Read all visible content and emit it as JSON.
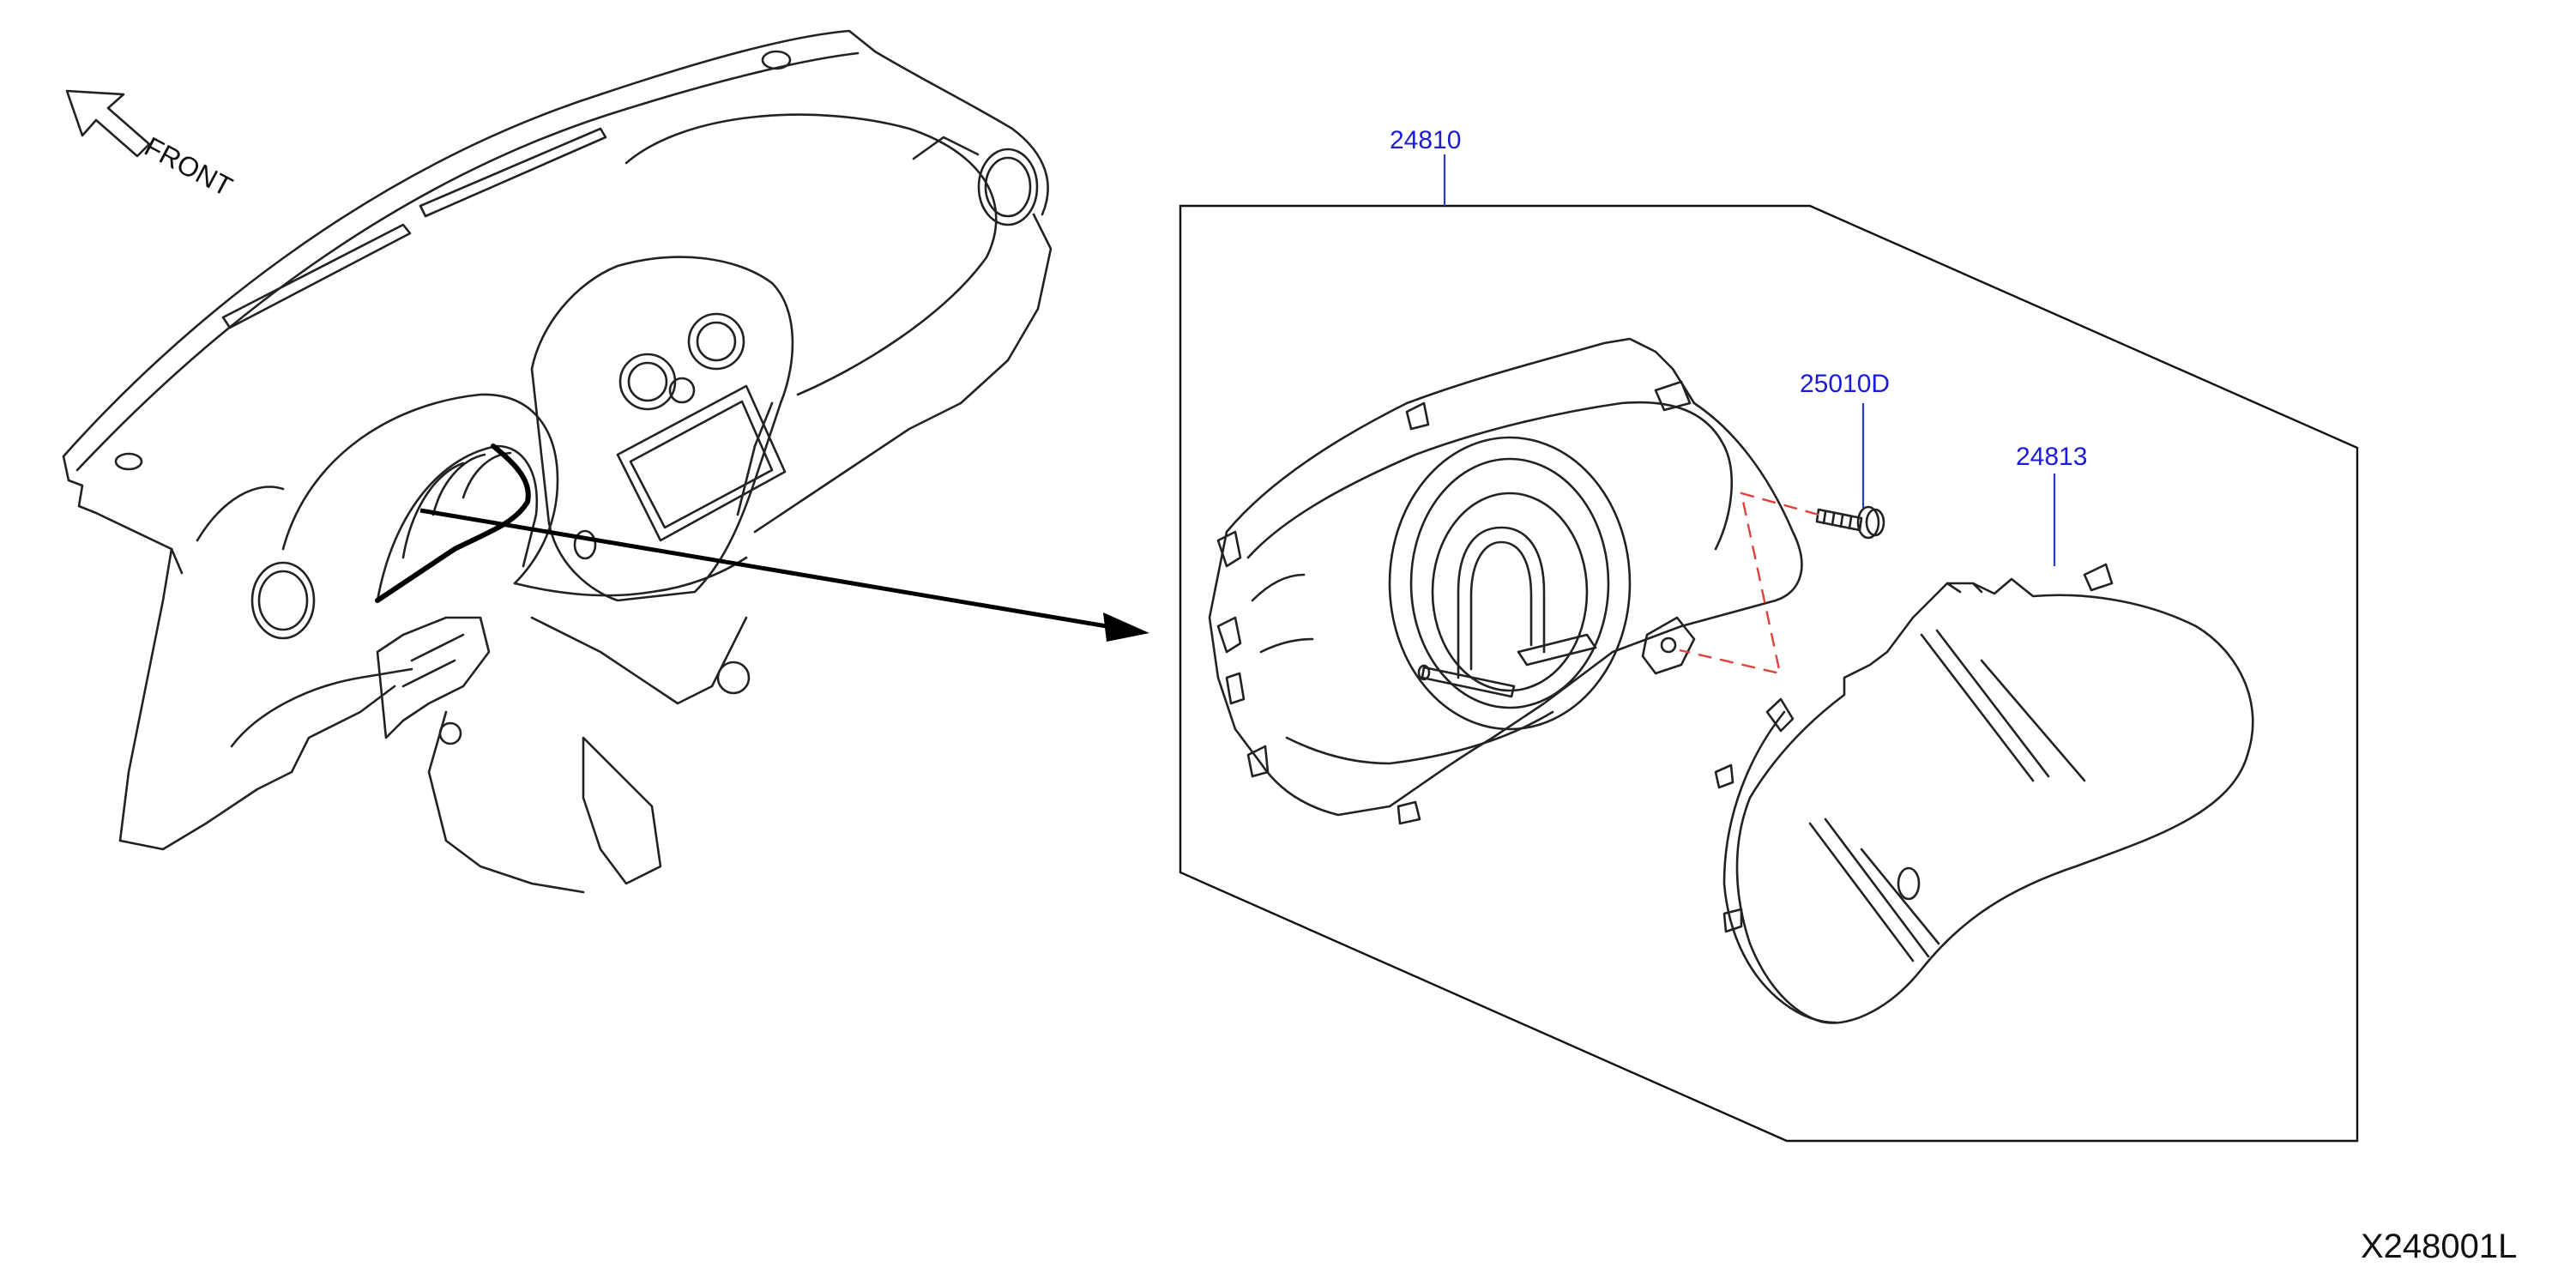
{
  "orientation": {
    "label": "FRONT"
  },
  "callouts": {
    "cluster_assembly": "24810",
    "screw": "25010D",
    "front_cover": "24813"
  },
  "diagram_code": "X248001L",
  "colors": {
    "callout_text": "#1b1bd8",
    "leader": "#2b3bc6",
    "dashed_guide": "#e0413a",
    "linework": "#222222"
  }
}
